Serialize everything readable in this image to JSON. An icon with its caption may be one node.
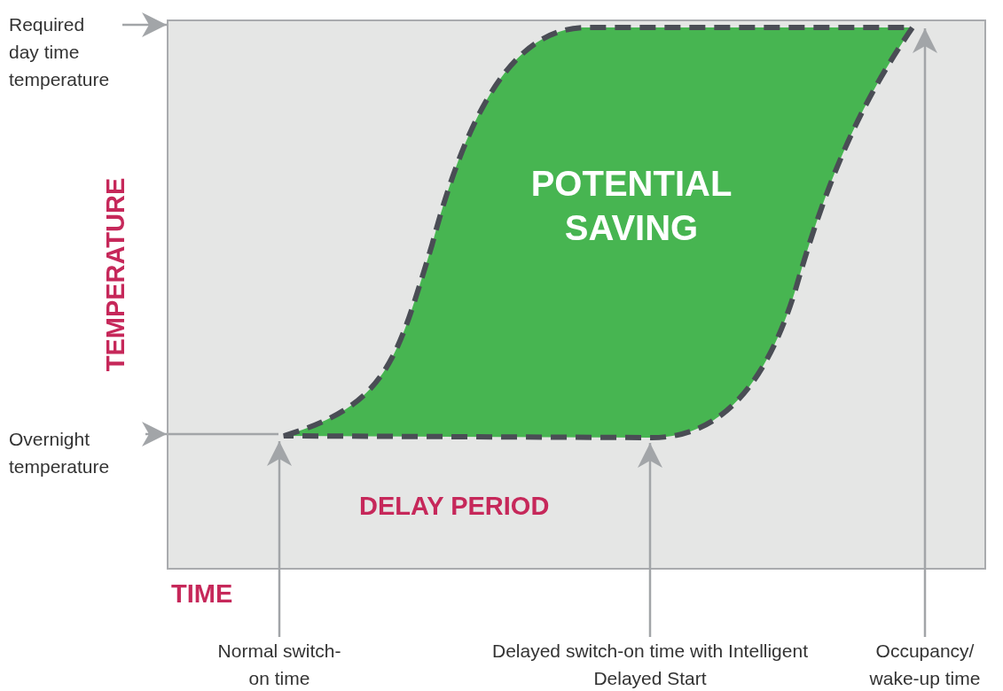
{
  "diagram": {
    "nodes": [
      {
        "text": [
          "Required day time temperature"
        ]
      },
      {
        "text": [],
        "shape": "box"
      },
      {
        "text": [
          "POTENTIAL SAVING"
        ],
        "in": 1
      },
      {
        "text": [
          "Overnight temperature"
        ]
      },
      {
        "text": [
          "Normal switch-on time"
        ]
      },
      {
        "text": [
          "Delayed switch-on time with Intelligent Delayed Start"
        ]
      },
      {
        "text": [
          "Occupancy/ wake-up time"
        ]
      }
    ],
    "edges": [
      {
        "from": 0,
        "to": 1,
        "arrow": "to"
      },
      {
        "from": 3,
        "to": 1,
        "arrow": "to"
      },
      {
        "from": 4,
        "to": 2,
        "arrow": "to"
      },
      {
        "from": 5,
        "to": 2,
        "arrow": "to"
      },
      {
        "from": 6,
        "to": 2,
        "arrow": "to"
      }
    ],
    "labels": [
      "TEMPERATURE",
      "DELAY PERIOD",
      "TIME"
    ]
  }
}
